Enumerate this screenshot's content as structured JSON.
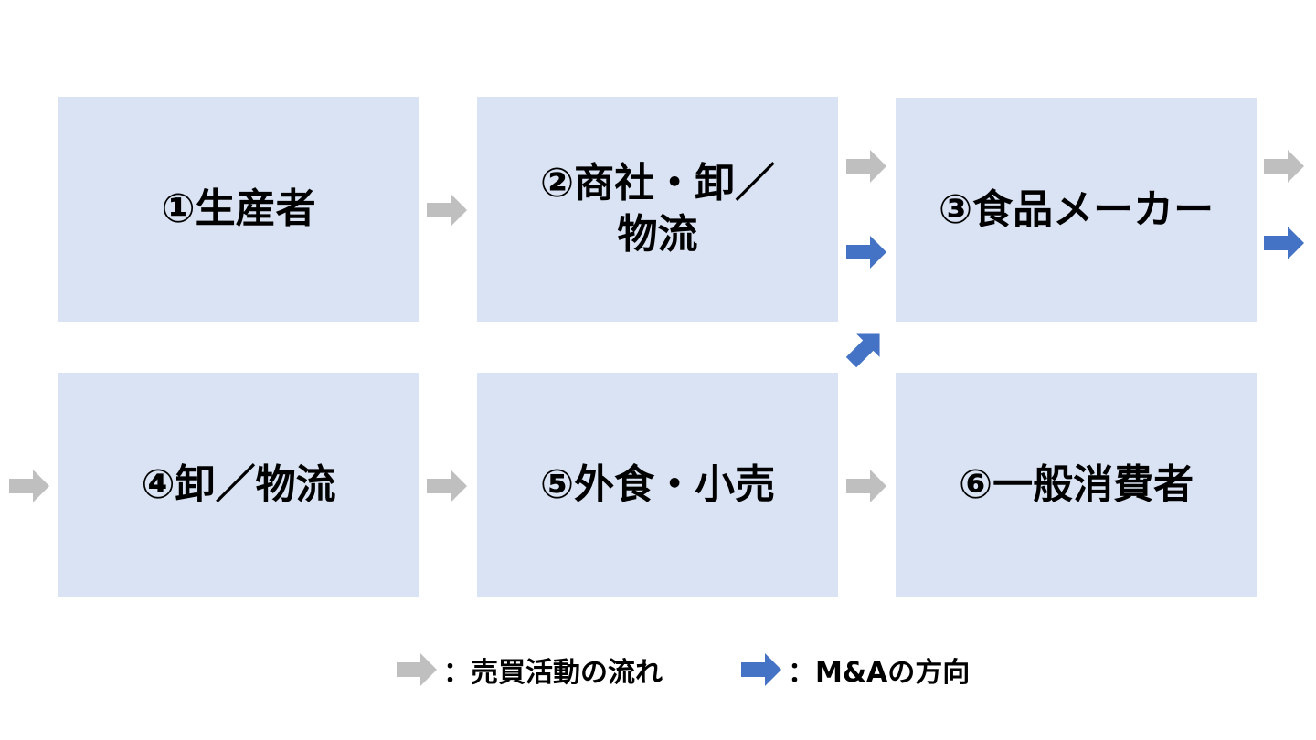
{
  "colors": {
    "box_fill": "#dae3f3",
    "flow_arrow": "#bfbfbf",
    "ma_arrow": "#4472c4"
  },
  "boxes": {
    "producer": "①生産者",
    "trading": "②商社・卸／\n物流",
    "maker": "③食品メーカー",
    "wholesale": "④卸／物流",
    "restaurant_retail": "⑤外食・小売",
    "consumer": "⑥一般消費者"
  },
  "legend": {
    "flow_label": "：売買活動の流れ",
    "ma_label": "：M&Aの方向"
  }
}
